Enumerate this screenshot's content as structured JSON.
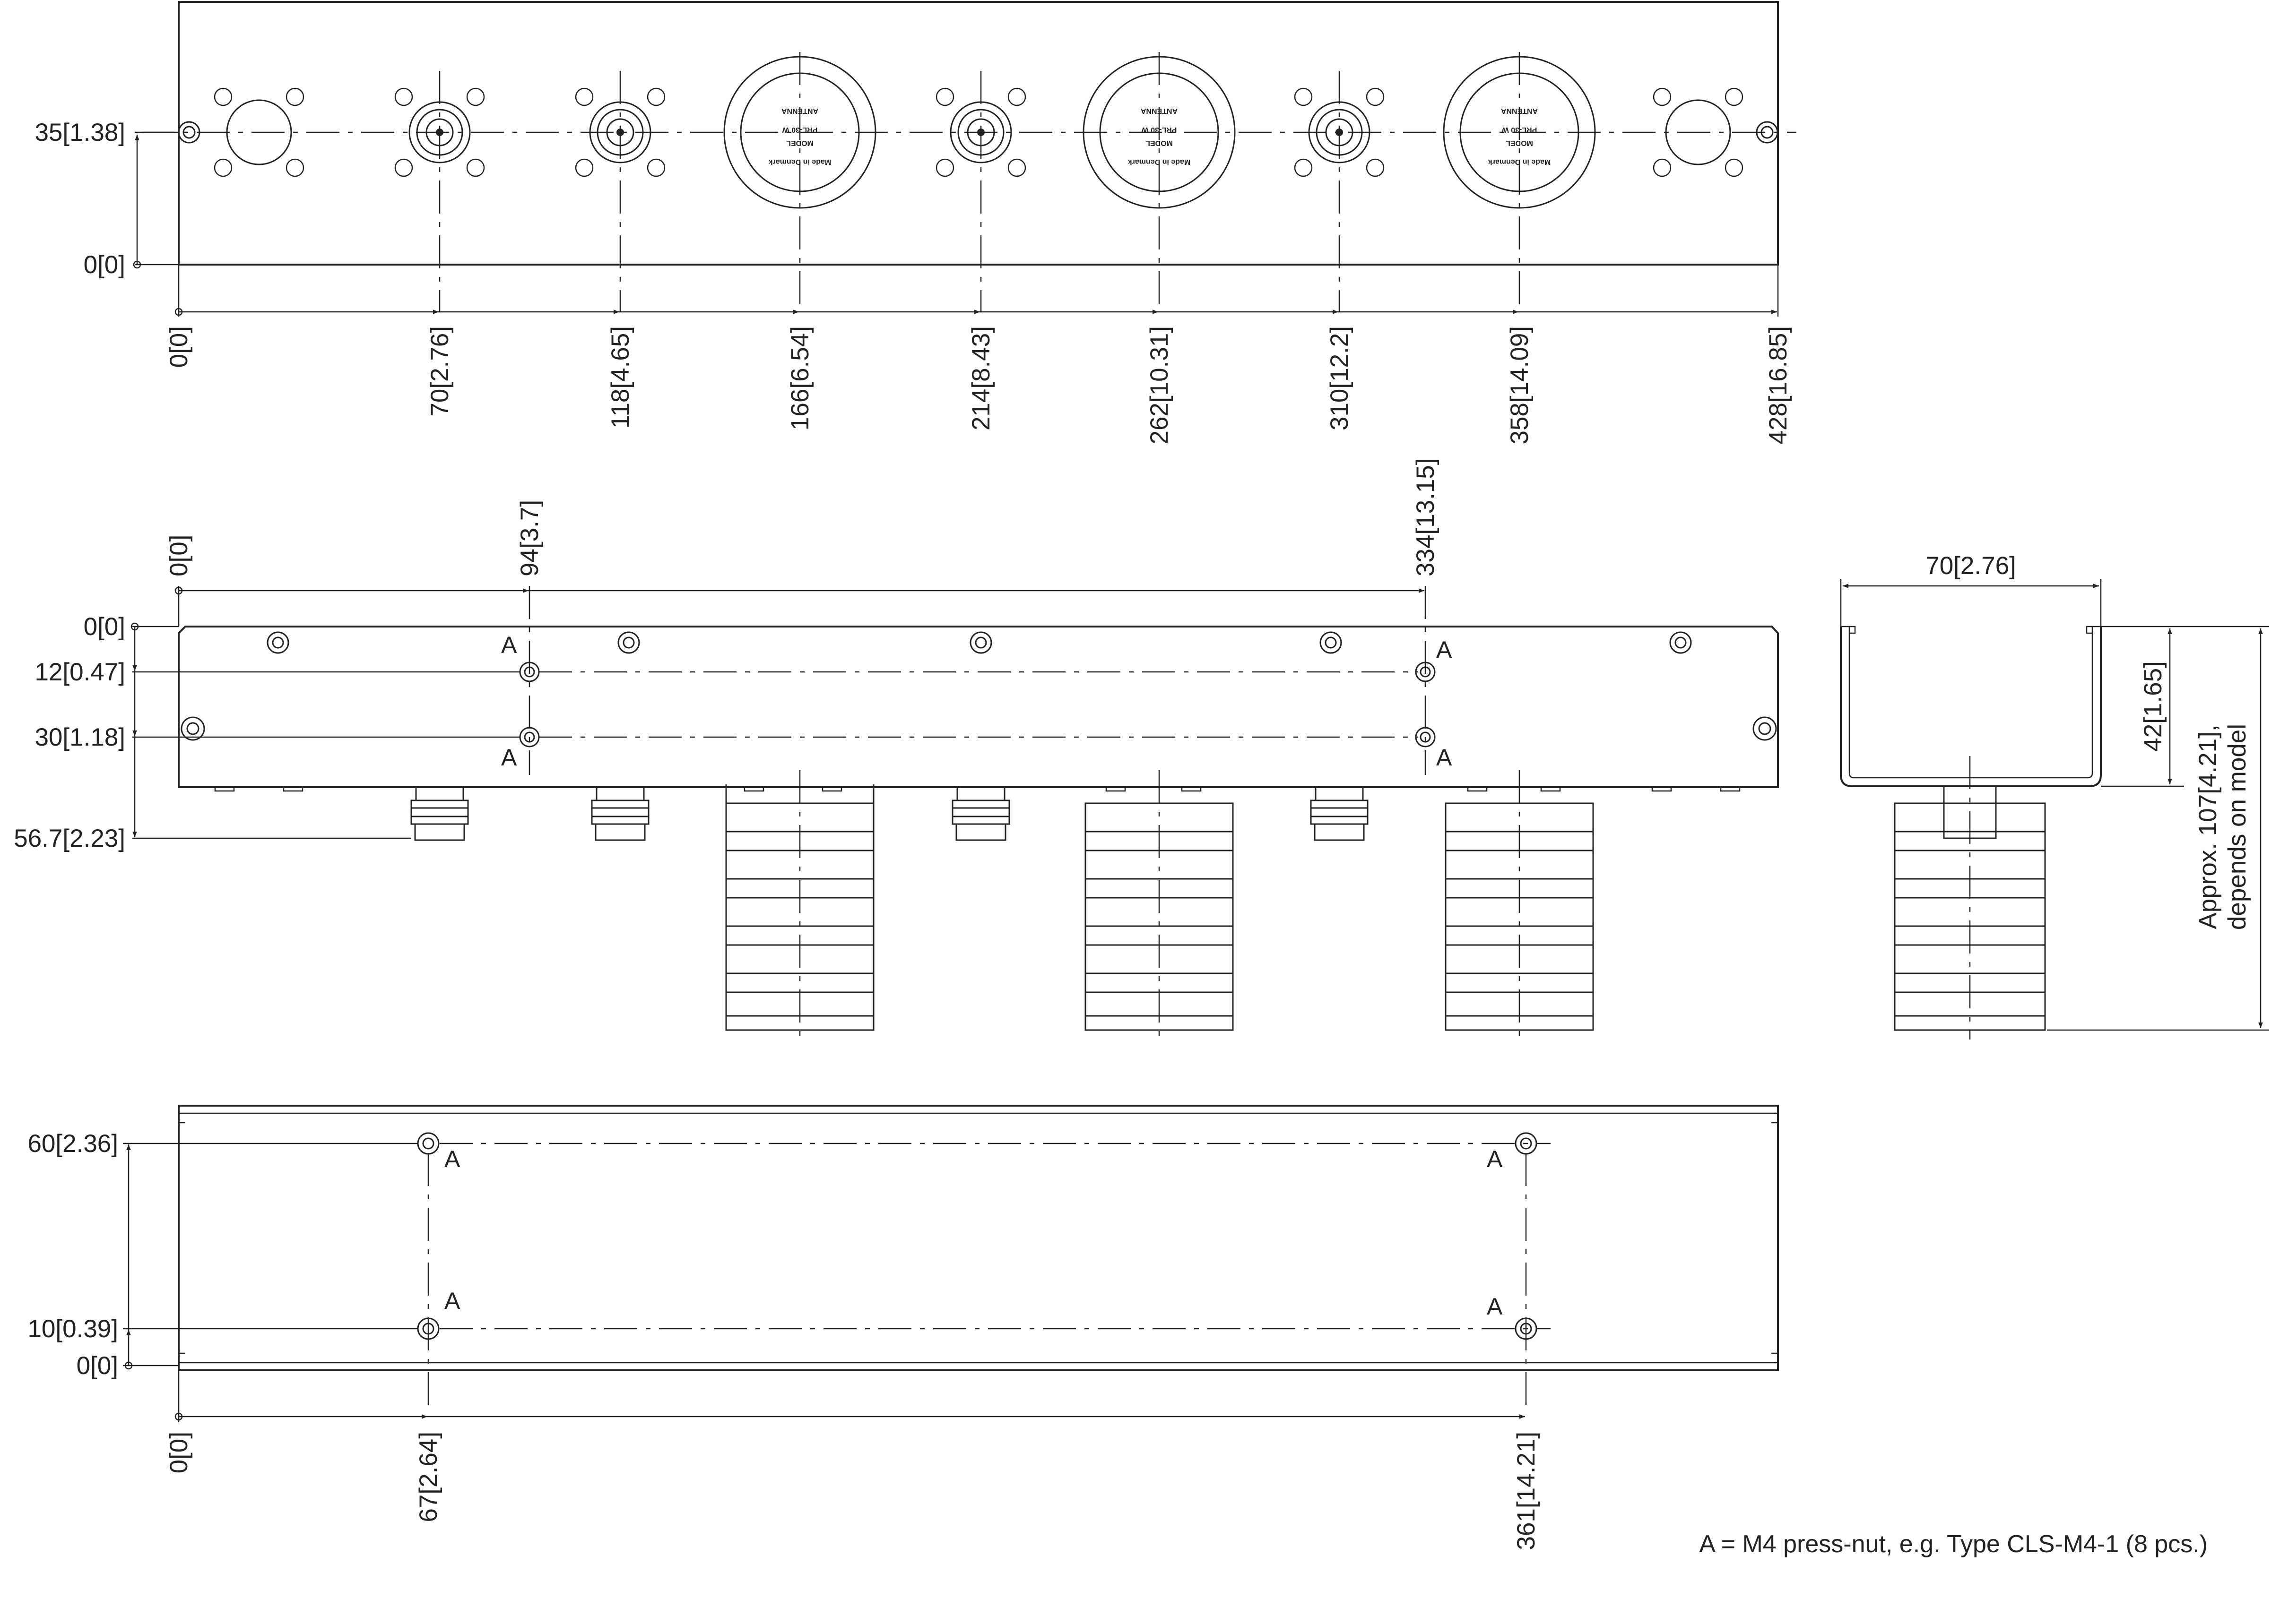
{
  "views": {
    "top": {
      "y_labels": [
        "35[1.38]",
        "0[0]"
      ],
      "x_labels": [
        "0[0]",
        "70[2.76]",
        "118[4.65]",
        "166[6.54]",
        "214[8.43]",
        "262[10.31]",
        "310[12.2]",
        "358[14.09]",
        "428[16.85]"
      ],
      "load_label": {
        "line1": "Made in Denmark",
        "line2": "MODEL",
        "line3": "PRL-30 W",
        "brand": "ANTENNA"
      }
    },
    "front": {
      "top_labels": [
        "0[0]",
        "94[3.7]",
        "334[13.15]"
      ],
      "y_labels": [
        "0[0]",
        "12[0.47]",
        "30[1.18]",
        "56.7[2.23]"
      ],
      "nut_marker": "A"
    },
    "side": {
      "width_label": "70[2.76]",
      "height_label": "42[1.65]",
      "overall_label_line1": "Approx. 107[4.21],",
      "overall_label_line2": "depends on model"
    },
    "bottom": {
      "y_labels": [
        "60[2.36]",
        "10[0.39]",
        "0[0]"
      ],
      "x_labels": [
        "0[0]",
        "67[2.64]",
        "361[14.21]"
      ],
      "nut_marker": "A"
    }
  },
  "note": "A = M4 press-nut, e.g. Type CLS-M4-1 (8 pcs.)"
}
